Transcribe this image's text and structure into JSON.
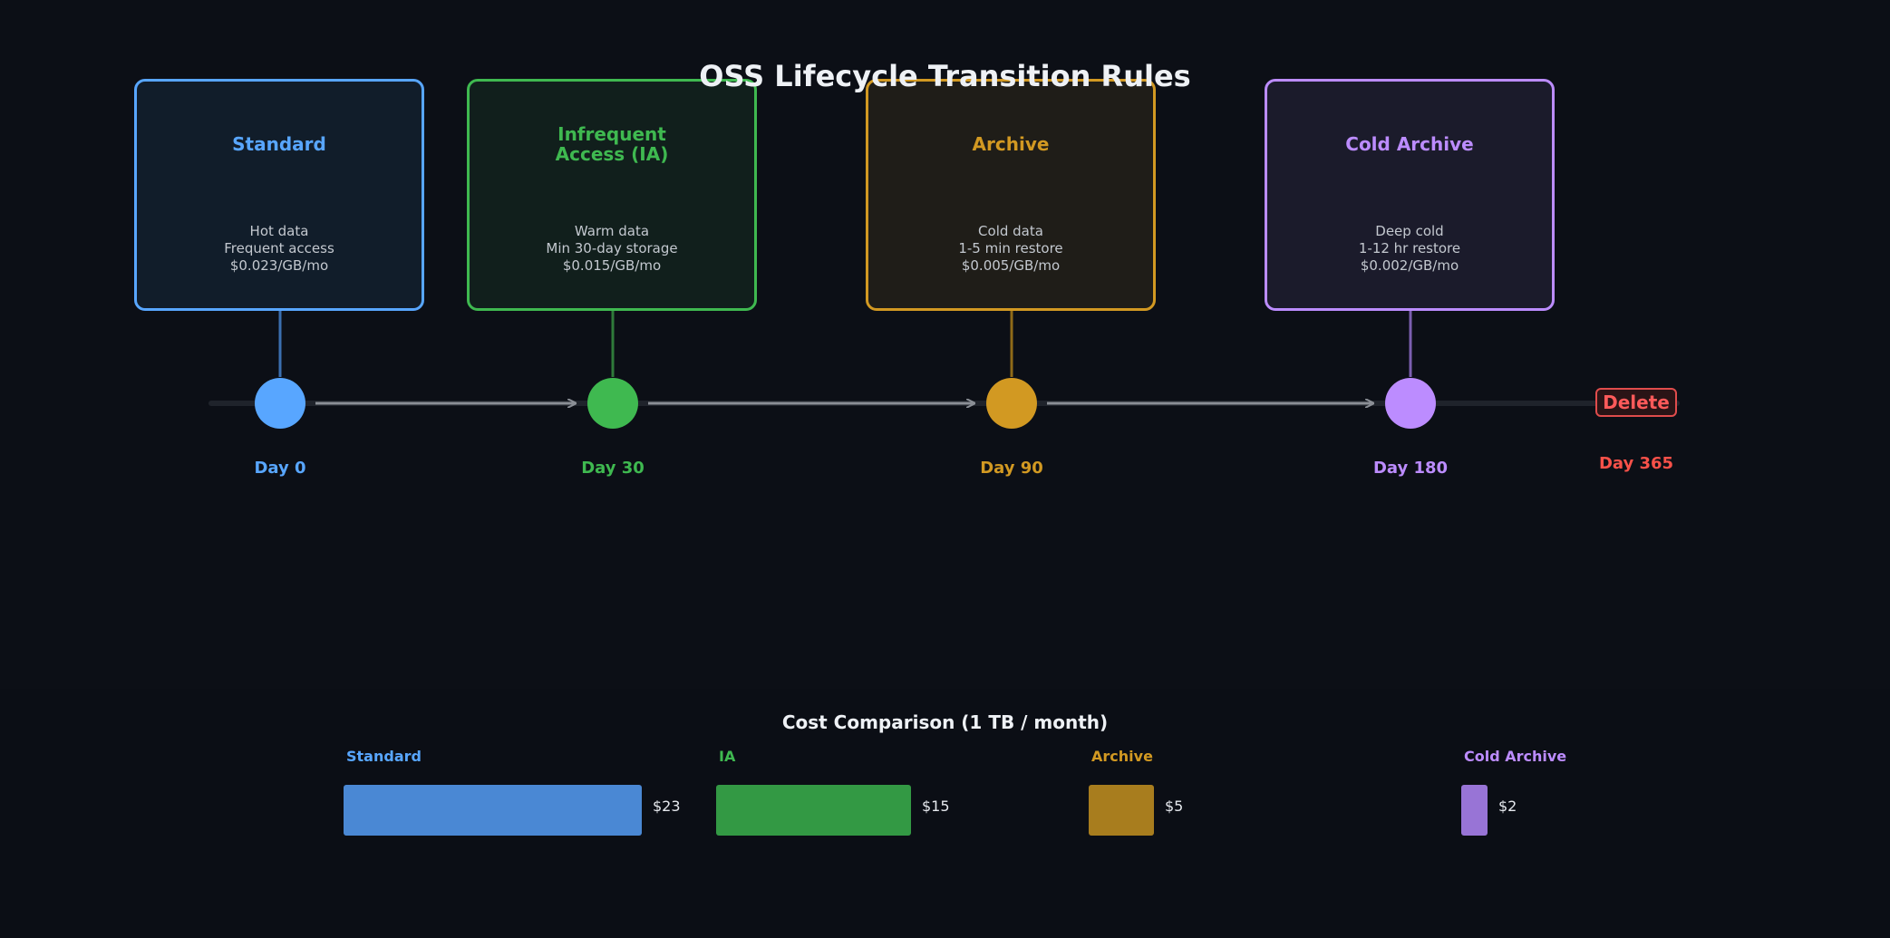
{
  "title": "OSS Lifecycle Transition Rules",
  "stages": [
    {
      "name": "Standard",
      "lines": [
        "Hot data",
        "Frequent access",
        "$0.023/GB/mo"
      ],
      "day": "Day 0",
      "color": "#58a6ff"
    },
    {
      "name": "Infrequent Access (IA)",
      "name_lines": [
        "Infrequent",
        "Access (IA)"
      ],
      "lines": [
        "Warm data",
        "Min 30-day storage",
        "$0.015/GB/mo"
      ],
      "day": "Day 30",
      "color": "#3fb950"
    },
    {
      "name": "Archive",
      "lines": [
        "Cold data",
        "1-5 min restore",
        "$0.005/GB/mo"
      ],
      "day": "Day 90",
      "color": "#d29922"
    },
    {
      "name": "Cold Archive",
      "lines": [
        "Deep cold",
        "1-12 hr restore",
        "$0.002/GB/mo"
      ],
      "day": "Day 180",
      "color": "#bc8cff"
    }
  ],
  "delete": {
    "label": "Delete",
    "day": "Day 365",
    "color": "#f85149"
  },
  "cost": {
    "title": "Cost Comparison (1 TB / month)",
    "items": [
      {
        "label": "Standard",
        "value": 23,
        "display": "$23",
        "color": "#58a6ff",
        "bar_color": "#4a88d4"
      },
      {
        "label": "IA",
        "value": 15,
        "display": "$15",
        "color": "#3fb950",
        "bar_color": "#339944"
      },
      {
        "label": "Archive",
        "value": 5,
        "display": "$5",
        "color": "#d29922",
        "bar_color": "#a87d1e"
      },
      {
        "label": "Cold Archive",
        "value": 2,
        "display": "$2",
        "color": "#bc8cff",
        "bar_color": "#9874d6"
      }
    ]
  }
}
